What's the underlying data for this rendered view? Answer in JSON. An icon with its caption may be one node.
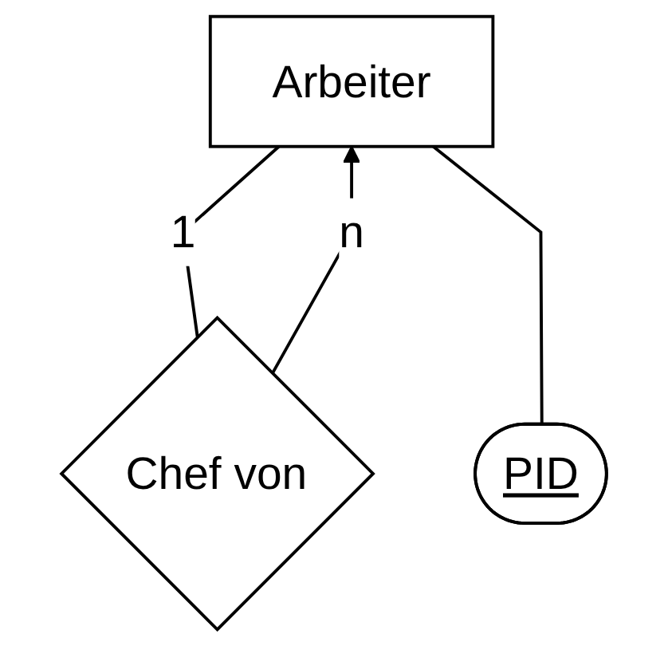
{
  "diagram": {
    "nodes": [
      {
        "text": [
          "Arbeiter"
        ]
      },
      {
        "text": [
          "Chef von"
        ]
      },
      {
        "text": [
          "PID"
        ]
      }
    ],
    "edges": [
      {
        "from": 1,
        "to": 0,
        "arrow": "to",
        "label": "n"
      },
      {
        "from": 0,
        "to": 1,
        "arrow": "none",
        "label": "1"
      },
      {
        "from": 0,
        "to": 2,
        "arrow": "none"
      }
    ]
  }
}
